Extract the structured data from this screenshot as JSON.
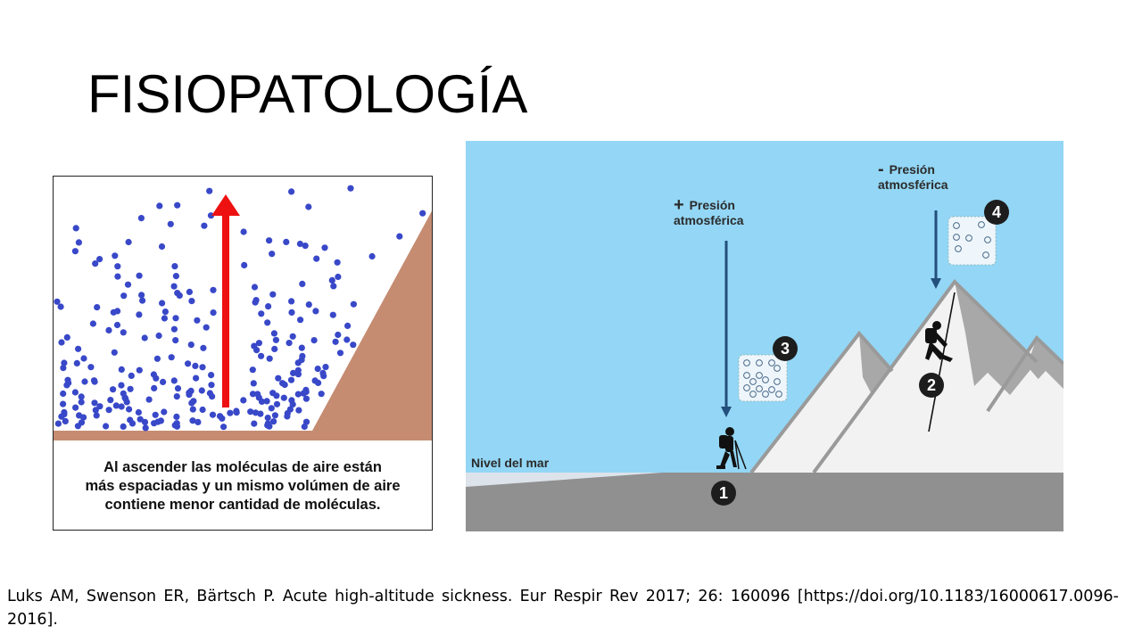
{
  "slide": {
    "title": "FISIOPATOLOGÍA",
    "citation": "Luks AM, Swenson ER, Bärtsch P. Acute high-altitude sickness. Eur Respir Rev 2017; 26: 160096 [https://doi.org/10.1183/16000617.0096-2016]."
  },
  "left_figure": {
    "caption_lines": [
      "Al ascender las moléculas de aire están",
      "más espaciadas y un mismo volúmen de aire",
      "contiene menor cantidad de moléculas."
    ],
    "colors": {
      "molecule": "#3848c8",
      "arrow": "#ee1111",
      "ground": "#c58c72"
    }
  },
  "right_figure": {
    "sea_level_label": "Nivel del mar",
    "high_pressure": {
      "sign": "+",
      "line1": "Presión",
      "line2": "atmosférica"
    },
    "low_pressure": {
      "sign": "-",
      "line1": "Presión",
      "line2": "atmosférica"
    },
    "badges": [
      "1",
      "2",
      "3",
      "4"
    ],
    "colors": {
      "sky": "#93d6f5",
      "ground": "#909090",
      "snow": "#f2f2f2",
      "rock": "#a8a8a8",
      "arrow": "#234f7c"
    }
  }
}
